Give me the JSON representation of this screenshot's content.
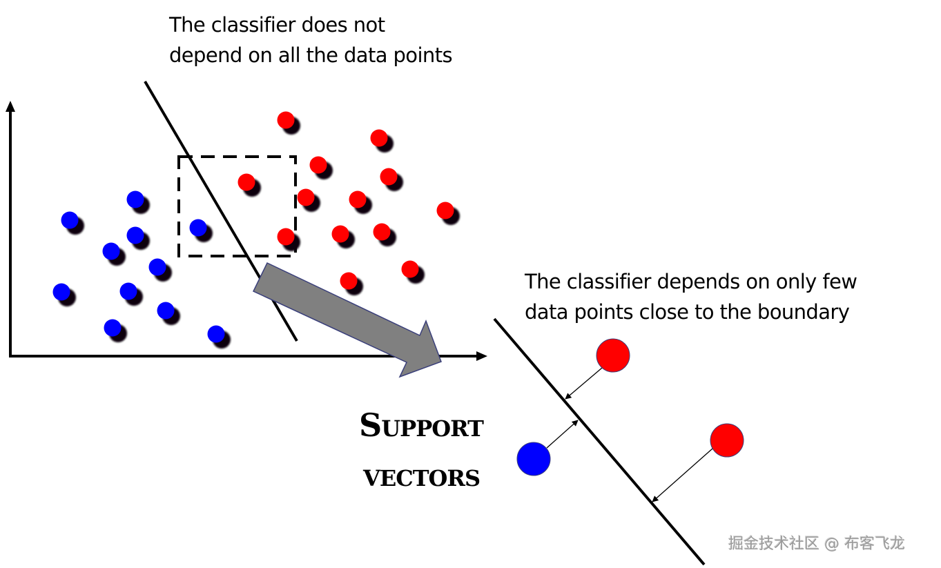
{
  "captions": {
    "top_line1": "The classifier does not",
    "top_line2": "depend on all the data points",
    "right_line1": "The classifier depends on only few",
    "right_line2": "data points close to the boundary"
  },
  "support_vectors_label": {
    "line1": "Support",
    "line2": "vectors"
  },
  "watermark": "掘金技术社区 @ 布客飞龙",
  "colors": {
    "class_a": "#0000ff",
    "class_b": "#ff0000",
    "arrow_fill": "#808080",
    "arrow_stroke": "#3a3f7a",
    "ink": "#000000"
  },
  "scatter": {
    "class_a_count": 11,
    "class_b_count": 13
  },
  "zoomed_view": {
    "support_vectors": [
      {
        "class": "b"
      },
      {
        "class": "a"
      },
      {
        "class": "b"
      }
    ]
  }
}
